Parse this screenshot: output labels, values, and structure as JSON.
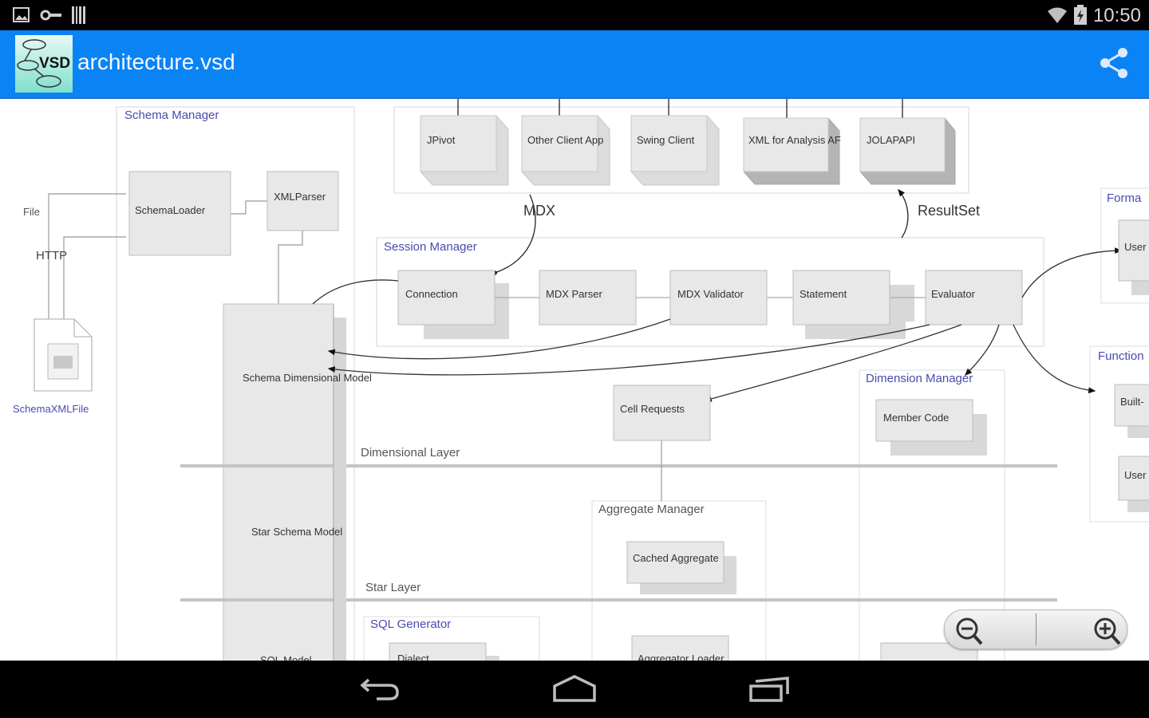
{
  "status_bar": {
    "time": "10:50",
    "left_icons": [
      "image-notification-icon",
      "vpn-key-icon",
      "barcode-icon"
    ],
    "right_icons": [
      "wifi-icon",
      "battery-charging-icon"
    ]
  },
  "action_bar": {
    "app_logo_text": "VSD",
    "title": "architecture.vsd",
    "share_icon": "share-icon"
  },
  "diagram": {
    "containers": {
      "schema_manager": "Schema Manager",
      "session_manager": "Session Manager",
      "dimension_manager": "Dimension Manager",
      "aggregate_manager": "Aggregate Manager",
      "sql_generator": "SQL Generator",
      "format": "Forma",
      "function": "Function"
    },
    "clients": [
      "JPivot",
      "Other Client App",
      "Swing Client",
      "XML for Analysis AF",
      "JOLAPAPI"
    ],
    "session_components": [
      "Connection",
      "MDX Parser",
      "MDX Validator",
      "Statement",
      "Evaluator"
    ],
    "schema_components": {
      "loader": "SchemaLoader",
      "parser": "XMLParser",
      "file": "SchemaXMLFile",
      "file_link": "File",
      "http_link": "HTTP"
    },
    "models": {
      "dimensional": "Schema Dimensional Model",
      "star": "Star Schema Model",
      "sql": "SQL Model"
    },
    "layers": {
      "dimensional": "Dimensional Layer",
      "star": "Star Layer"
    },
    "flows": {
      "mdx": "MDX",
      "resultset": "ResultSet"
    },
    "other_components": {
      "cell_requests": "Cell Requests",
      "member_code": "Member Code",
      "cached_aggregate": "Cached Aggregate",
      "dialect": "Dialect",
      "aggregator_loader": "Aggregator Loader",
      "format_user": "User",
      "function_builtin": "Built-",
      "function_user": "User"
    }
  },
  "zoom_controls": {
    "zoom_out": "zoom-out-icon",
    "zoom_in": "zoom-in-icon"
  },
  "nav_bar": {
    "back": "back-icon",
    "home": "home-icon",
    "recents": "recent-apps-icon"
  }
}
